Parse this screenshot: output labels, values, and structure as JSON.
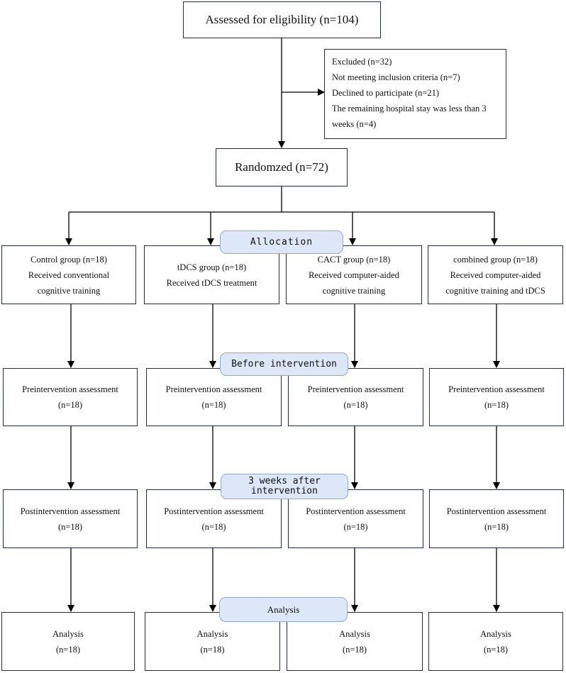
{
  "assessed": "Assessed for eligibility (n=104)",
  "excluded": {
    "lines": [
      "Excluded (n=32)",
      "Not meeting inclusion criteria (n=7)",
      "Declined to participate (n=21)",
      "The remaining hospital stay was less than 3",
      "weeks (n=4)"
    ]
  },
  "randomized": "Randomzed (n=72)",
  "stage_labels": {
    "allocation": "Allocation",
    "before": "Before intervention",
    "after_line1": "3 weeks after",
    "after_line2": "intervention",
    "analysis": "Analysis"
  },
  "groups": [
    {
      "lines": [
        "Control group (n=18)",
        "Received conventional",
        "cognitive training"
      ],
      "pre": [
        "Preintervention assessment",
        "(n=18)"
      ],
      "post": [
        "Postintervention assessment",
        "(n=18)"
      ],
      "analysis": [
        "Analysis",
        "(n=18)"
      ]
    },
    {
      "lines": [
        "tDCS group (n=18)",
        "Received tDCS treatment"
      ],
      "pre": [
        "Preintervention assessment",
        "(n=18)"
      ],
      "post": [
        "Postintervention assessment",
        "(n=18)"
      ],
      "analysis": [
        "Analysis",
        "(n=18)"
      ]
    },
    {
      "lines": [
        "CACT group (n=18)",
        "Received computer-aided",
        "cognitive training"
      ],
      "pre": [
        "Preintervention assessment",
        "(n=18)"
      ],
      "post": [
        "Postintervention assessment",
        "(n=18)"
      ],
      "analysis": [
        "Analysis",
        "(n=18)"
      ]
    },
    {
      "lines": [
        "combined group (n=18)",
        "Received computer-aided",
        "cognitive training and tDCS"
      ],
      "pre": [
        "Preintervention assessment",
        "(n=18)"
      ],
      "post": [
        "Postintervention assessment",
        "(n=18)"
      ],
      "analysis": [
        "Analysis",
        "(n=18)"
      ]
    }
  ],
  "colors": {
    "box_border": "#1f2d4a",
    "pill_fill": "#dde7f7",
    "pill_border": "#8eaadb",
    "arrow": "#000000"
  }
}
